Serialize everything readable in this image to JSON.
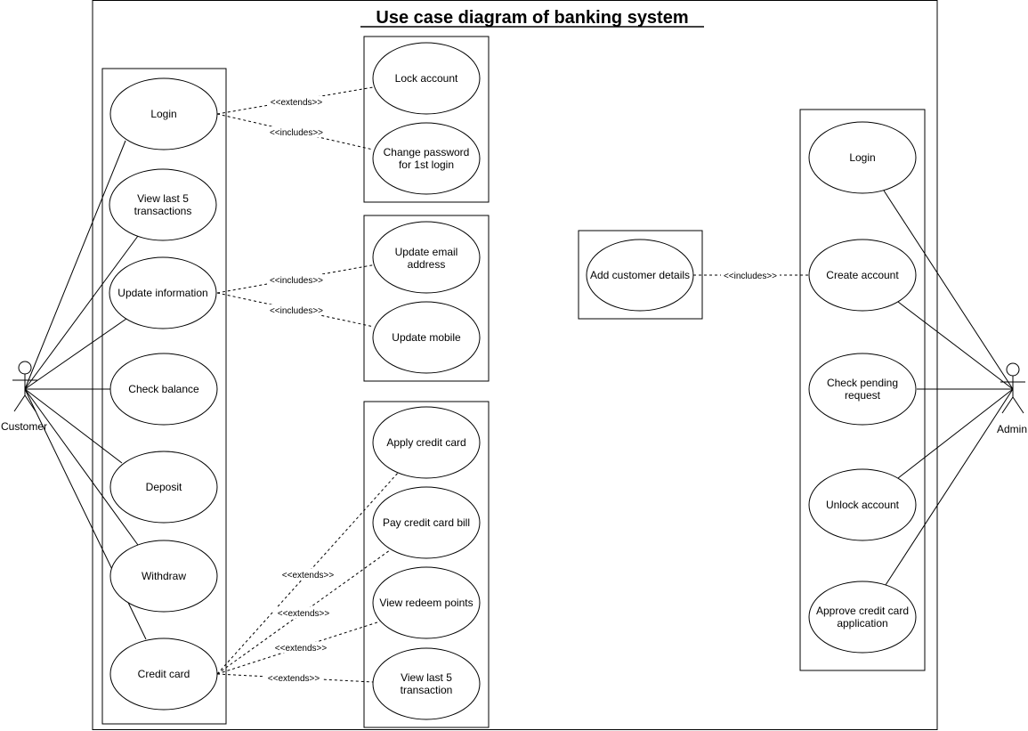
{
  "title": "Use case diagram of banking system",
  "actors": {
    "customer": "Customer",
    "admin": "Admin"
  },
  "customer_usecases": {
    "login": "Login",
    "view_last5_l1": "View last 5",
    "view_last5_l2": "transactions",
    "update_info": "Update information",
    "check_balance": "Check balance",
    "deposit": "Deposit",
    "withdraw": "Withdraw",
    "credit_card": "Credit card"
  },
  "login_group": {
    "lock_account": "Lock account",
    "change_pw_l1": "Change password",
    "change_pw_l2": "for 1st login"
  },
  "update_group": {
    "email_l1": "Update email",
    "email_l2": "address",
    "mobile": "Update mobile"
  },
  "credit_group": {
    "apply": "Apply credit card",
    "pay": "Pay credit card bill",
    "redeem": "View redeem points",
    "last5_l1": "View last 5",
    "last5_l2": "transaction"
  },
  "admin_group": {
    "add_customer": "Add customer details"
  },
  "admin_usecases": {
    "login": "Login",
    "create_account": "Create account",
    "pending_l1": "Check pending",
    "pending_l2": "request",
    "unlock": "Unlock account",
    "approve_l1": "Approve credit card",
    "approve_l2": "application"
  },
  "relations": {
    "extends": "<<extends>>",
    "includes": "<<includes>>"
  }
}
